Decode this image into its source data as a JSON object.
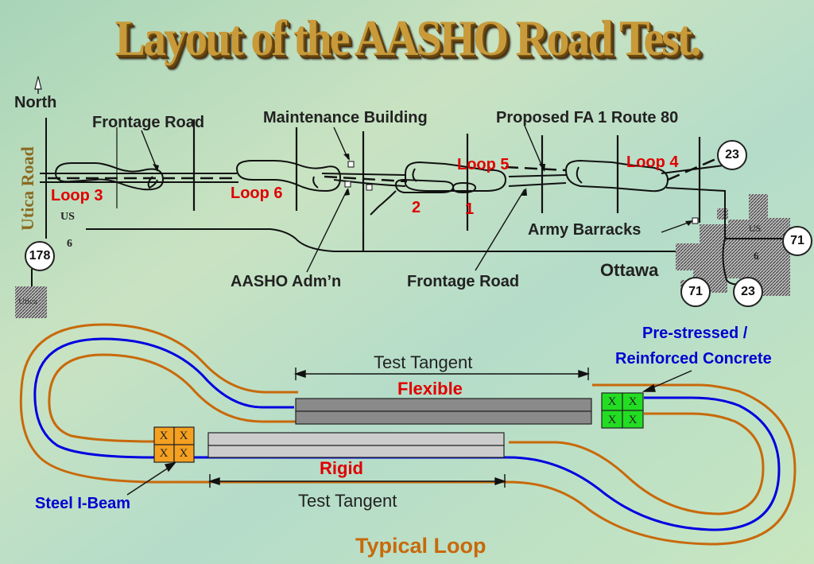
{
  "title": "Layout of the AASHO Road Test.",
  "map": {
    "north": "North",
    "utica_road": "Utica Road",
    "us_route": {
      "prefix": "US",
      "number": "6"
    },
    "labels": {
      "frontage_road_top": "Frontage Road",
      "maintenance_building": "Maintenance Building",
      "proposed_route": "Proposed FA 1 Route 80",
      "loop3": "Loop 3",
      "loop6": "Loop 6",
      "loop5": "Loop 5",
      "loop4": "Loop 4",
      "loop2": "2",
      "loop1": "1",
      "army_barracks": "Army Barracks",
      "aasho_admin": "AASHO Adm’n",
      "frontage_road_bottom": "Frontage Road",
      "ottawa": "Ottawa",
      "utica": "Utica"
    },
    "shields": {
      "s178": "178",
      "s23_top": "23",
      "s71_right": "71",
      "s71_bottom": "71",
      "s23_bottom": "23"
    }
  },
  "loop": {
    "test_tangent_top": "Test Tangent",
    "flexible": "Flexible",
    "rigid": "Rigid",
    "test_tangent_bottom": "Test Tangent",
    "prestressed": [
      "Pre-stressed /",
      "Reinforced Concrete"
    ],
    "steel_ibeam": "Steel I-Beam",
    "typical_loop": "Typical Loop",
    "bridge_mark": "X"
  },
  "colors": {
    "road_red": "#e00000",
    "blue_text": "#0000d0",
    "loop_orange": "#c8690a",
    "loop_blue": "#0000e0",
    "bridge_green": "#22dd22",
    "bridge_orange": "#f5a020"
  }
}
